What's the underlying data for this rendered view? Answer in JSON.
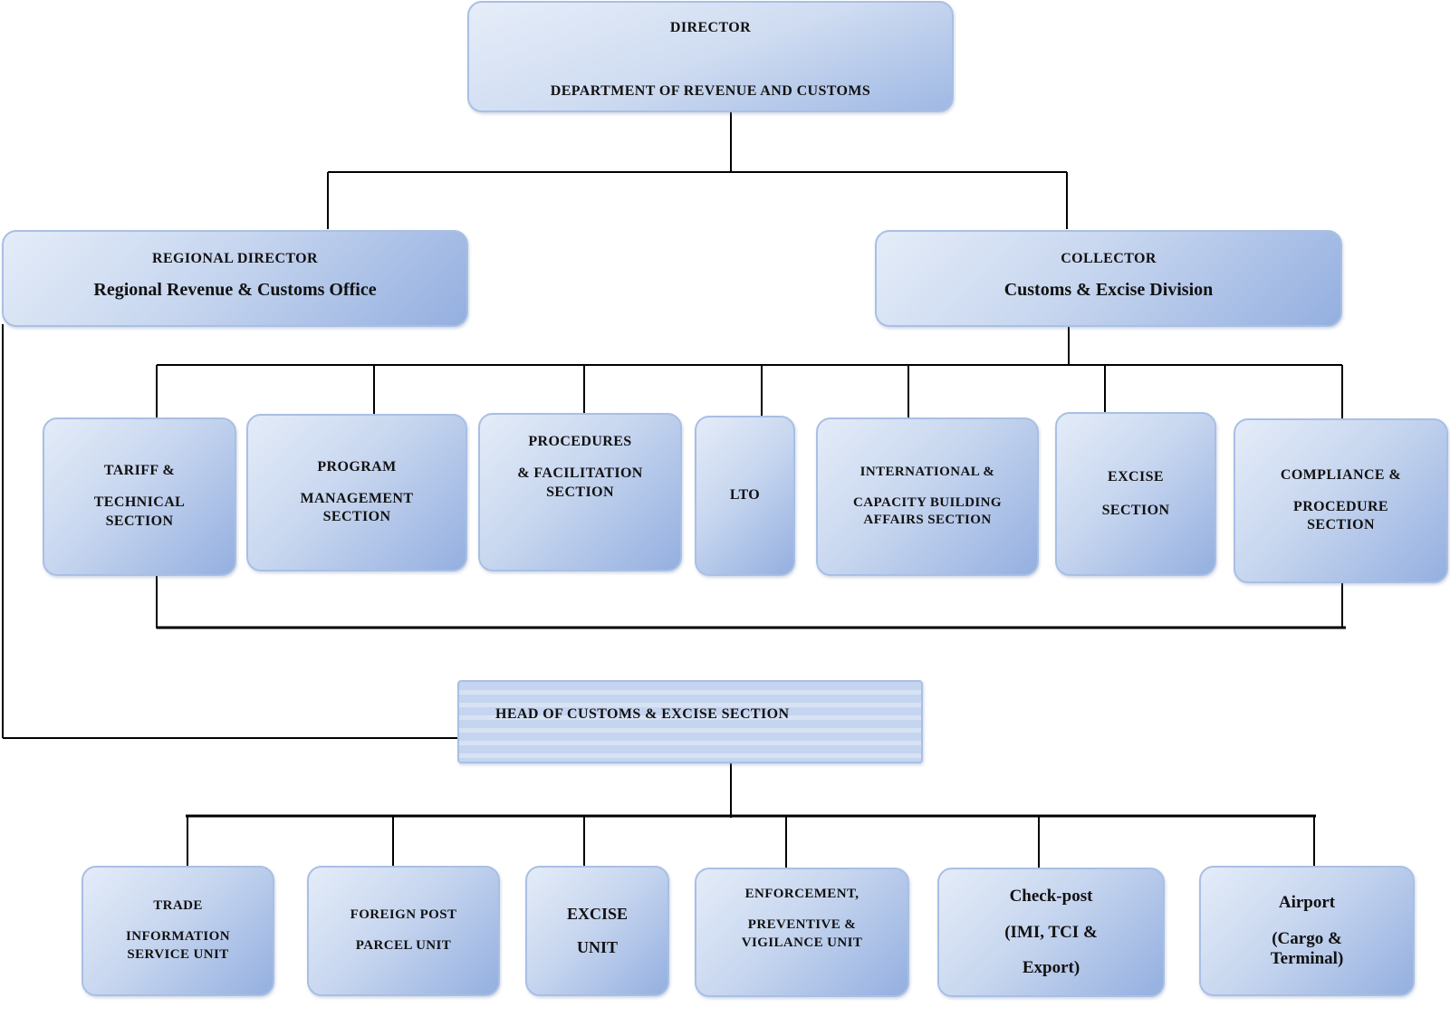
{
  "director": {
    "line1": "DIRECTOR",
    "line2": "DEPARTMENT OF REVENUE AND CUSTOMS"
  },
  "regional": {
    "title": "REGIONAL DIRECTOR",
    "subtitle": "Regional Revenue & Customs Office"
  },
  "collector": {
    "title": "COLLECTOR",
    "subtitle": "Customs & Excise Division"
  },
  "sections": [
    {
      "lines": [
        "TARIFF &",
        "TECHNICAL",
        "SECTION"
      ]
    },
    {
      "lines": [
        "PROGRAM",
        "MANAGEMENT",
        "SECTION"
      ]
    },
    {
      "lines": [
        "PROCEDURES",
        "& FACILITATION",
        "SECTION"
      ]
    },
    {
      "lines": [
        "LTO"
      ]
    },
    {
      "lines": [
        "INTERNATIONAL &",
        "CAPACITY BUILDING",
        "AFFAIRS SECTION"
      ]
    },
    {
      "lines": [
        "EXCISE",
        "SECTION"
      ]
    },
    {
      "lines": [
        "COMPLIANCE &",
        "PROCEDURE",
        "SECTION"
      ]
    }
  ],
  "head": {
    "label": "HEAD OF CUSTOMS & EXCISE SECTION"
  },
  "units": [
    {
      "lines": [
        "TRADE",
        "INFORMATION",
        "SERVICE UNIT"
      ]
    },
    {
      "lines": [
        "FOREIGN POST",
        "PARCEL UNIT"
      ]
    },
    {
      "lines": [
        "EXCISE",
        "UNIT"
      ]
    },
    {
      "lines": [
        "ENFORCEMENT,",
        "PREVENTIVE &",
        "VIGILANCE UNIT"
      ]
    },
    {
      "lines": [
        "Check-post",
        "(IMI, TCI &",
        "Export)"
      ]
    },
    {
      "lines": [
        "Airport",
        "(Cargo &",
        "Terminal)"
      ]
    }
  ]
}
